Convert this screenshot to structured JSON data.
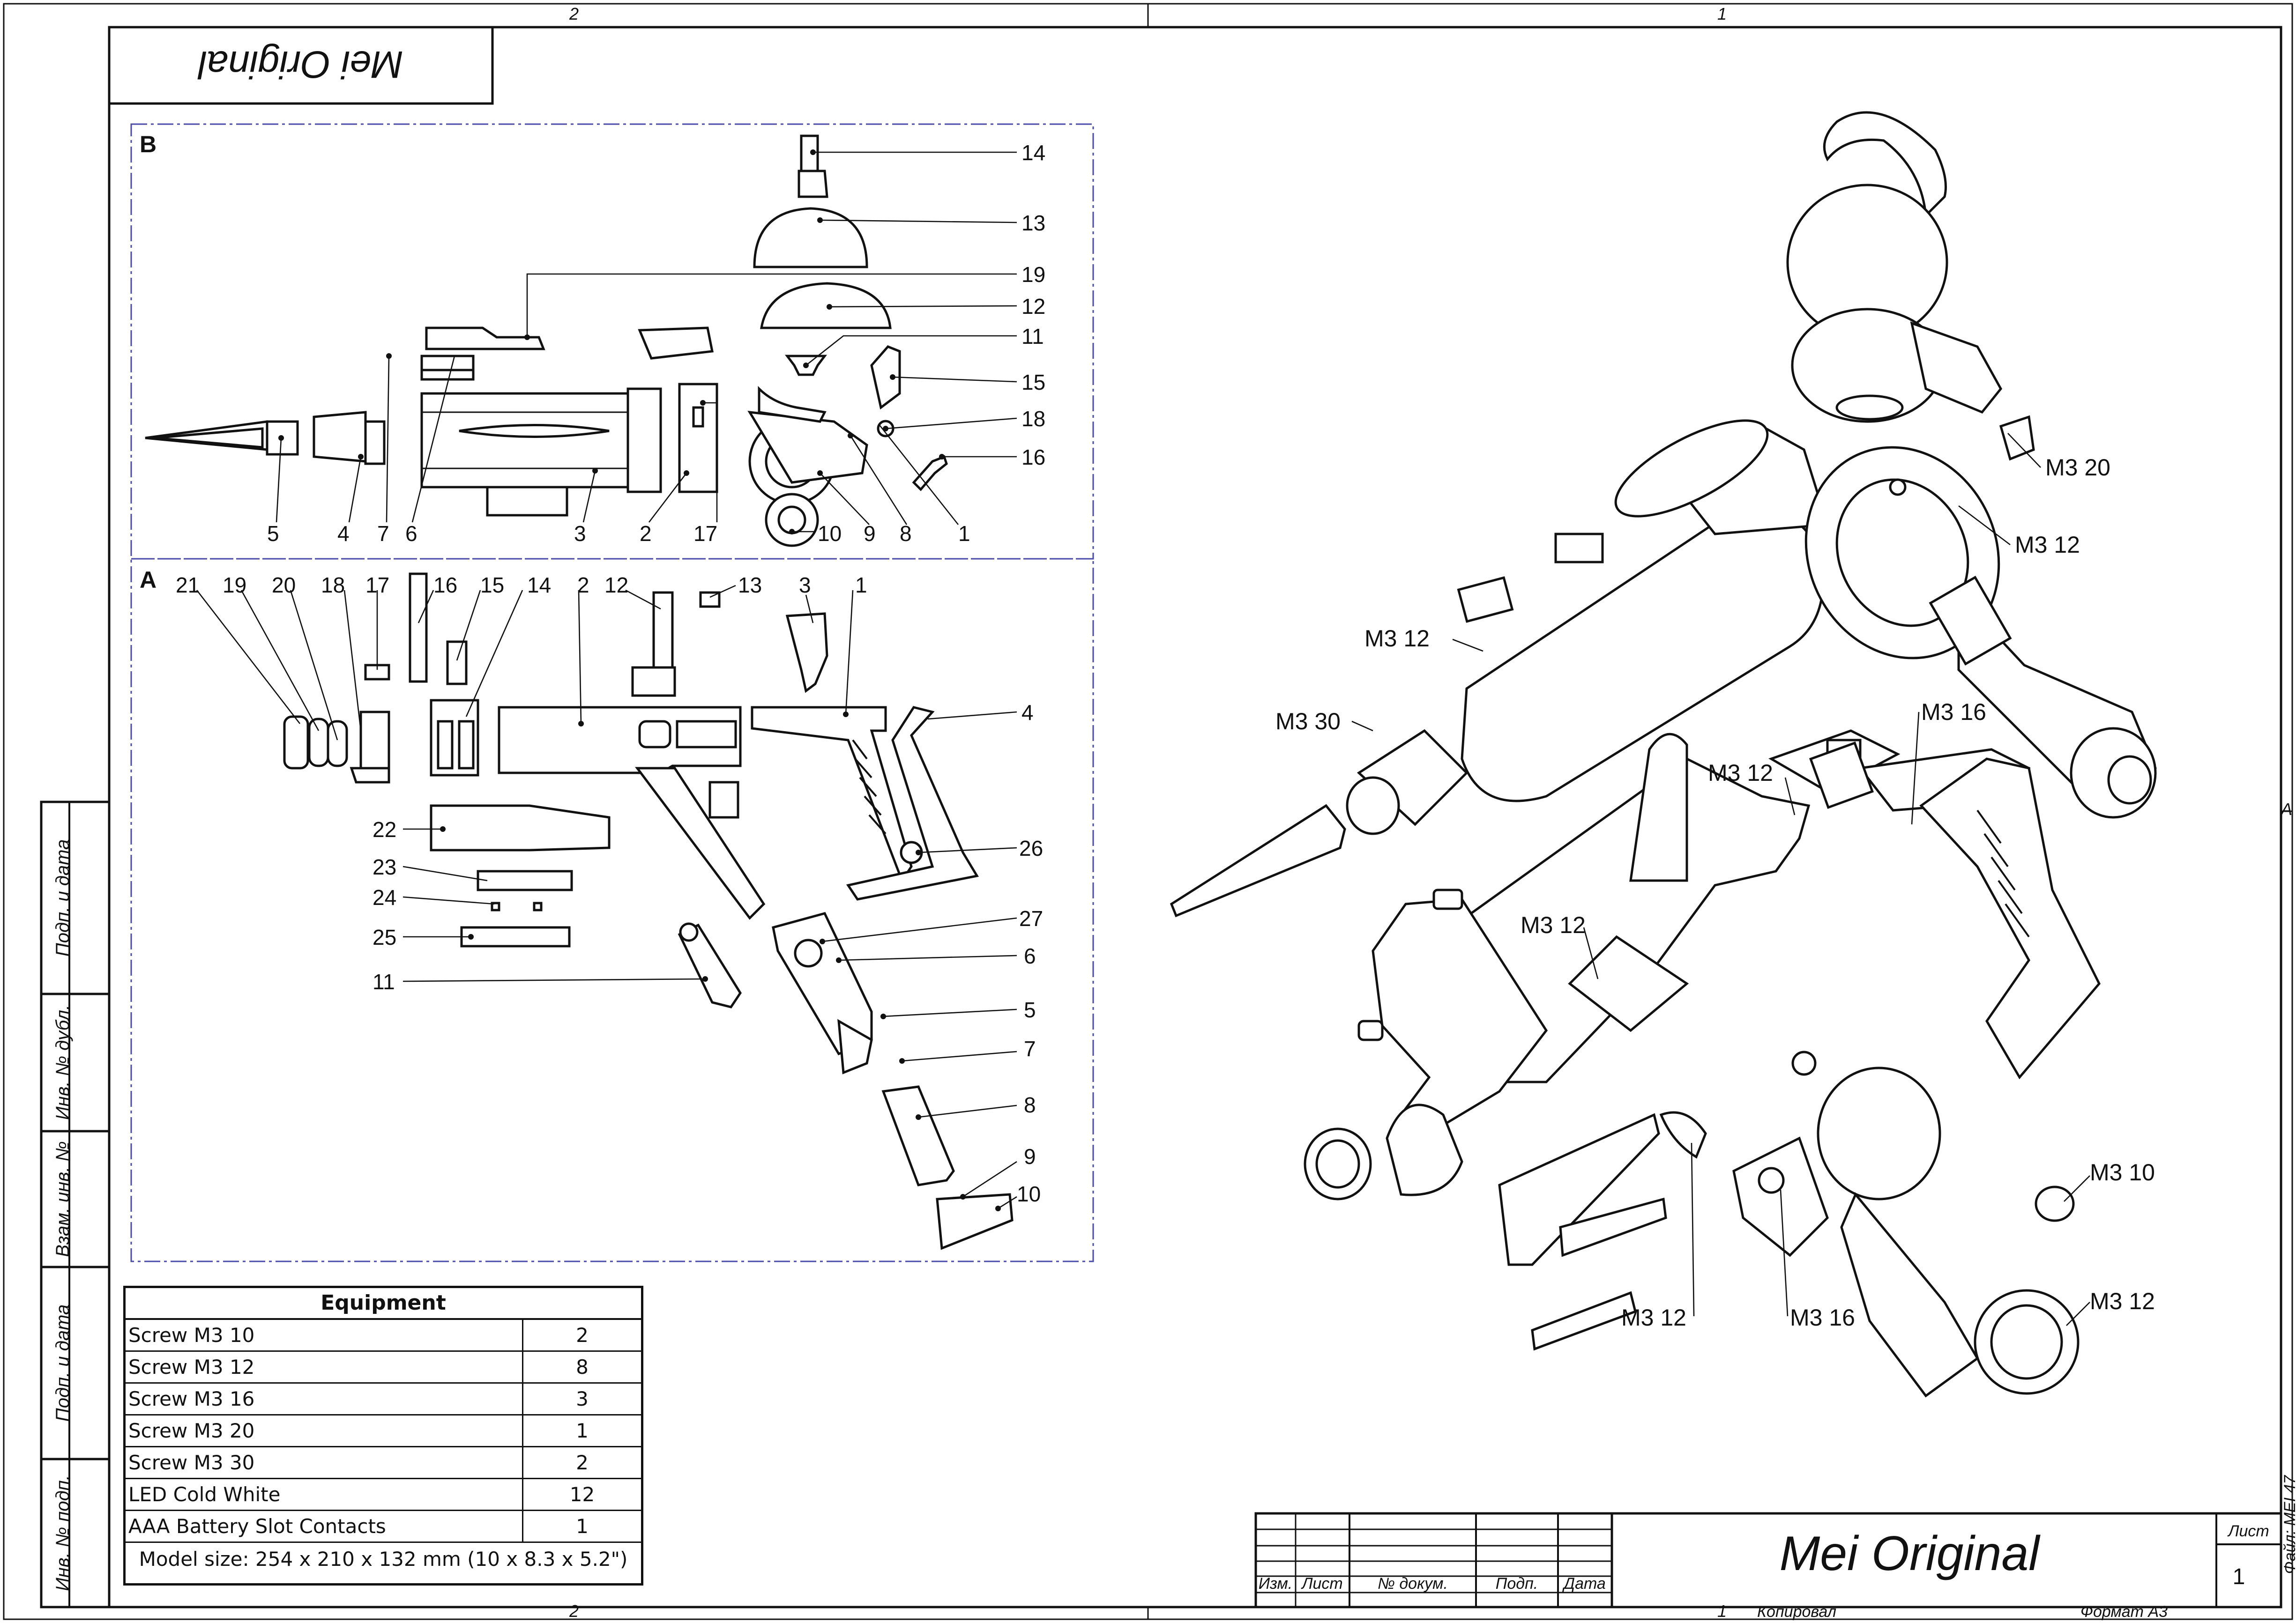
{
  "frame": {
    "zone_top_left": "2",
    "zone_top_right": "1",
    "zone_bottom_left": "2",
    "zone_bottom_right": "1",
    "zone_side": "A"
  },
  "stamp": {
    "title_upside_down": "Mei Original"
  },
  "sections": {
    "top_label": "B",
    "bottom_label": "A"
  },
  "callouts_b": [
    "14",
    "13",
    "19",
    "12",
    "11",
    "15",
    "18",
    "16",
    "5",
    "4",
    "7",
    "6",
    "3",
    "2",
    "17",
    "10",
    "9",
    "8",
    "1"
  ],
  "callouts_a": [
    "21",
    "19",
    "20",
    "18",
    "17",
    "16",
    "15",
    "14",
    "2",
    "12",
    "13",
    "3",
    "1",
    "4",
    "22",
    "23",
    "24",
    "25",
    "11",
    "26",
    "27",
    "6",
    "5",
    "7",
    "8",
    "9",
    "10"
  ],
  "assembly_labels": [
    "M3 20",
    "M3 12",
    "M3 12",
    "M3 30",
    "M3 16",
    "M3 12",
    "M3 12",
    "M3 12",
    "M3 16",
    "M3 10",
    "M3 12"
  ],
  "equipment": {
    "title": "Equipment",
    "rows": [
      {
        "name": "Screw M3 10",
        "qty": "2"
      },
      {
        "name": "Screw M3 12",
        "qty": "8"
      },
      {
        "name": "Screw M3 16",
        "qty": "3"
      },
      {
        "name": "Screw M3 20",
        "qty": "1"
      },
      {
        "name": "Screw M3 30",
        "qty": "2"
      },
      {
        "name": "LED Cold White",
        "qty": "12"
      },
      {
        "name": "AAA Battery Slot Contacts",
        "qty": "1"
      }
    ],
    "model_size": "Model size: 254 x 210 x 132 mm (10 x 8.3 x 5.2\")"
  },
  "side_stamp": [
    "Подп. и дата",
    "Инв. № дубл.",
    "Взам. инв. №",
    "Подп. и дата",
    "Инв. № подп."
  ],
  "title_block": {
    "headers": [
      "Изм.",
      "Лист",
      "№ докум.",
      "Подп.",
      "Дата"
    ],
    "name": "Mei Original",
    "sheet_label": "Лист",
    "sheet_number": "1",
    "copied": "Копировал",
    "format": "Формат A3",
    "file": "Файл: MEI 47"
  }
}
